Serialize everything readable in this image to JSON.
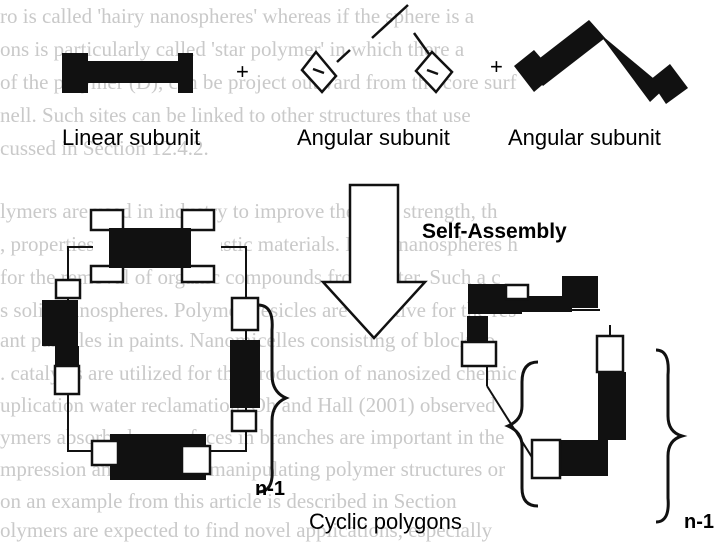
{
  "background_text": [
    "ro is called 'hairy nanospheres' whereas if the sphere is a",
    "ons is particularly called 'star polymer' in which there a",
    "of the polymer (D), can be project outward from the core surf",
    "nell. Such sites can be linked to other structures that use",
    "cussed in Section 12.4.2.",
    "lymers are used in industry to improve the melt strength, th",
    ", properties of polymer plastic materials. Hairy nanospheres h",
    "for the removal of organic compounds from water. Such a c",
    "s solid nanospheres. Polymer vesicles are effective for the res",
    "ant particles in paints. Nanomicelles consisting of block co",
    ". catalysts are utilized for the production of nanosized chemic",
    "uplication water reclamation. Oh and Hall (2001) observed",
    "ymers absorbed on surfaces in branches are important in the",
    "mpression and a tool for manipulating polymer structures or",
    "on an example from this article is described in Section",
    "olymers are expected to find novel applications, especially"
  ],
  "labels": {
    "linear_subunit": "Linear subunit",
    "angular_subunit_1": "Angular subunit",
    "angular_subunit_2": "Angular subunit",
    "plus_1": "+",
    "plus_2": "+",
    "self_assembly": "Self-Assembly",
    "n_minus_1_left": "n-1",
    "n_minus_1_right": "n-1",
    "cyclic_polygons": "Cyclic polygons"
  },
  "colors": {
    "ink": "#111111",
    "faded_text": "#c9c9c9",
    "background": "#ffffff"
  }
}
